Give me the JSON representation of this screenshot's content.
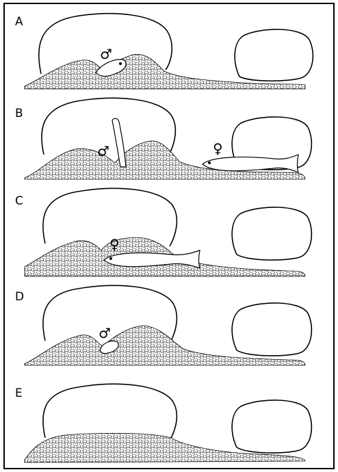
{
  "figure": {
    "panels": [
      {
        "label": "A",
        "sex": "male_symbol",
        "symbol": "♂"
      },
      {
        "label": "B",
        "sex": "male_symbol",
        "symbol": "♂",
        "second_symbol": "♀"
      },
      {
        "label": "C",
        "sex": "female_symbol",
        "symbol": "♀"
      },
      {
        "label": "D",
        "sex": "male_symbol",
        "symbol": "♂"
      },
      {
        "label": "E",
        "sex": "none"
      }
    ],
    "colors": {
      "ink": "#000000",
      "background": "#ffffff"
    }
  }
}
